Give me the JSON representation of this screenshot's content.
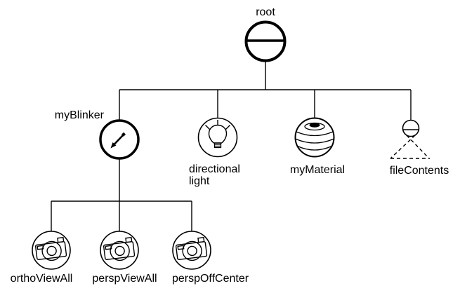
{
  "diagram": {
    "kind": "scene-graph-tree",
    "colors": {
      "foreground": "#000000",
      "background": "#ffffff"
    },
    "nodes": {
      "root": {
        "label": "root",
        "icon": "group-separator-node-icon",
        "children": [
          "myBlinker",
          "directionalLight",
          "myMaterial",
          "fileContents"
        ]
      },
      "myBlinker": {
        "label": "myBlinker",
        "icon": "blinker-arrow-node-icon",
        "children": [
          "orthoViewAll",
          "perspViewAll",
          "perspOffCenter"
        ]
      },
      "directionalLight": {
        "label": "directional light",
        "label_line1": "directional",
        "label_line2": "light",
        "icon": "light-bulb-node-icon",
        "children": []
      },
      "myMaterial": {
        "label": "myMaterial",
        "icon": "material-sphere-node-icon",
        "children": []
      },
      "fileContents": {
        "label": "fileContents",
        "icon": "file-dashed-triangle-node-icon",
        "children": []
      },
      "orthoViewAll": {
        "label": "orthoViewAll",
        "icon": "camera-node-icon",
        "children": []
      },
      "perspViewAll": {
        "label": "perspViewAll",
        "icon": "camera-node-icon",
        "children": []
      },
      "perspOffCenter": {
        "label": "perspOffCenter",
        "icon": "camera-node-icon",
        "children": []
      }
    },
    "edges": [
      [
        "root",
        "myBlinker"
      ],
      [
        "root",
        "directionalLight"
      ],
      [
        "root",
        "myMaterial"
      ],
      [
        "root",
        "fileContents"
      ],
      [
        "myBlinker",
        "orthoViewAll"
      ],
      [
        "myBlinker",
        "perspViewAll"
      ],
      [
        "myBlinker",
        "perspOffCenter"
      ]
    ]
  }
}
